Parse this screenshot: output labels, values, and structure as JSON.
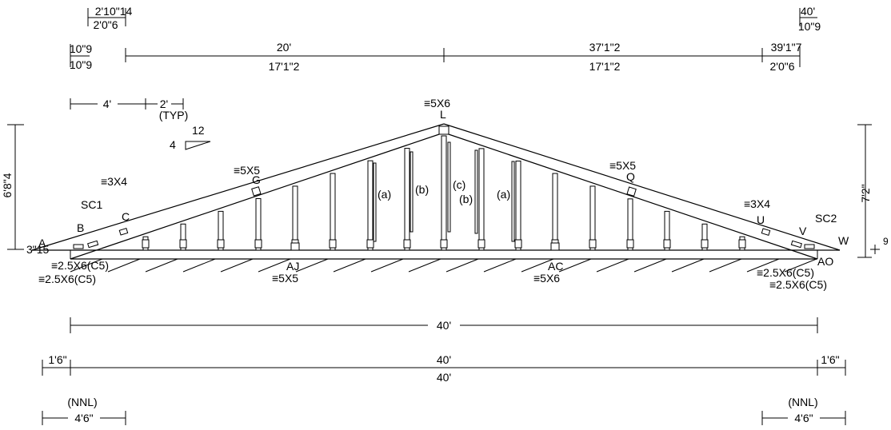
{
  "top_dims": {
    "left_upper": "2'10\"14",
    "left_lower": "2'0\"6",
    "right_upper": "40'",
    "right_lower": "10\"9",
    "row2_left_upper": "10\"9",
    "row2_left_lower": "10\"9",
    "seg1_upper": "20'",
    "seg1_lower": "17'1\"2",
    "seg2_upper": "37'1\"2",
    "seg2_lower": "17'1\"2",
    "seg3_upper": "39'1\"7",
    "seg3_lower": "2'0\"6"
  },
  "spacing": {
    "a": "4'",
    "b": "2'",
    "typ": "(TYP)"
  },
  "pitch": {
    "rise": "4",
    "run": "12"
  },
  "heights": {
    "left": "6'8\"4",
    "right": "7'2\"",
    "heel": "3\"15",
    "right_small": "9"
  },
  "plates": {
    "peak": "5X6",
    "g": "5X5",
    "q": "5X5",
    "c": "3X4",
    "u": "3X4",
    "aj": "5X5",
    "ac": "5X6",
    "left1": "2.5X6(C5)",
    "left2": "2.5X6(C5)",
    "right1": "2.5X6(C5)",
    "right2": "2.5X6(C5)"
  },
  "joints": {
    "A": "A",
    "B": "B",
    "C": "C",
    "G": "G",
    "L": "L",
    "Q": "Q",
    "U": "U",
    "V": "V",
    "W": "W",
    "AJ": "AJ",
    "AC": "AC",
    "AO": "AO",
    "SC1": "SC1",
    "SC2": "SC2"
  },
  "web_labels": {
    "a1": "(a)",
    "b1": "(b)",
    "c": "(c)",
    "b2": "(b)",
    "a2": "(a)"
  },
  "bottom_dims": {
    "span_main": "40'",
    "overhang_left": "1'6\"",
    "overhang_right": "1'6\"",
    "span2_upper": "40'",
    "span2_lower": "40'",
    "nnl_left": "(NNL)",
    "nnl_right": "(NNL)",
    "nnl_left_dim": "4'6\"",
    "nnl_right_dim": "4'6\""
  },
  "plate_symbol": "≡"
}
